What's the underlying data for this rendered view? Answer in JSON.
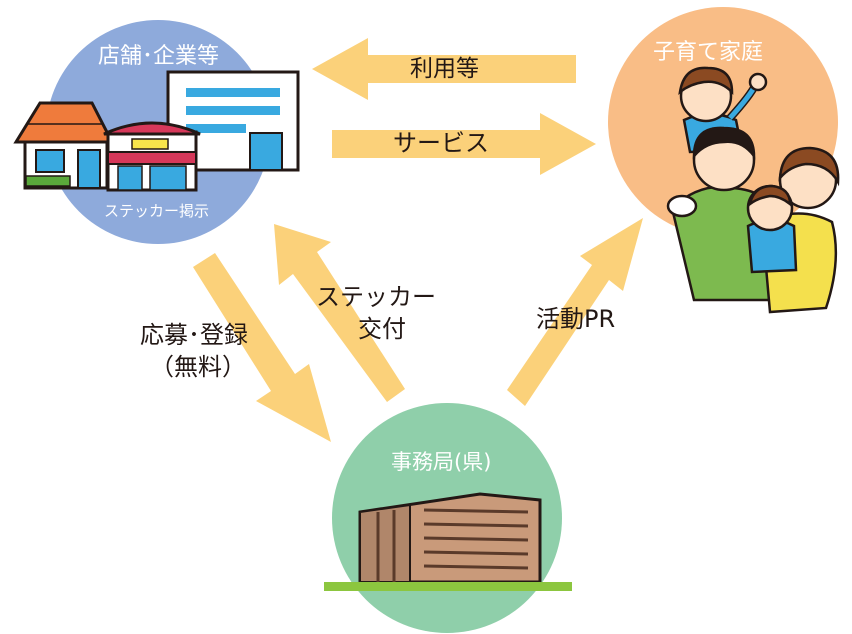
{
  "nodes": {
    "shops": {
      "title": "店舗･企業等",
      "sticker_caption": "ステッカー掲示"
    },
    "families": {
      "title": "子育て家庭"
    },
    "office": {
      "title": "事務局(県)"
    }
  },
  "arrows": {
    "use": "利用等",
    "service": "サービス",
    "sticker_issue_line1": "ステッカー",
    "sticker_issue_line2": "交付",
    "apply_line1": "応募･登録",
    "apply_line2": "（無料）",
    "activity": "活動PR"
  },
  "colors": {
    "arrow": "#fbd17a",
    "shops_circle": "#8eaadb",
    "families_circle": "#f9bd86",
    "office_circle": "#8fcfaa",
    "ground": "#8cc63f"
  }
}
